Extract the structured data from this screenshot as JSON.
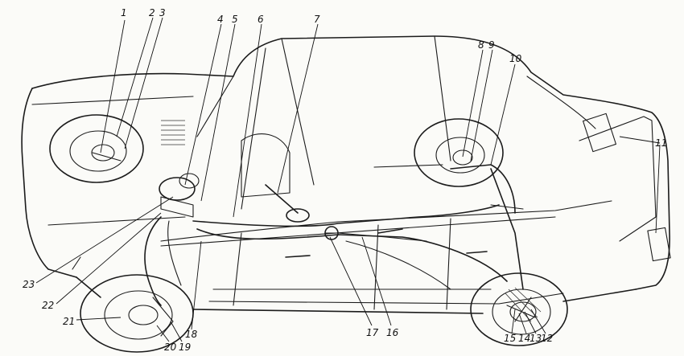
{
  "figure": {
    "callouts": [
      {
        "id": "c1",
        "label": "1"
      },
      {
        "id": "c2",
        "label": "2"
      },
      {
        "id": "c3",
        "label": "3"
      },
      {
        "id": "c4",
        "label": "4"
      },
      {
        "id": "c5",
        "label": "5"
      },
      {
        "id": "c6",
        "label": "6"
      },
      {
        "id": "c7",
        "label": "7"
      },
      {
        "id": "c8",
        "label": "8"
      },
      {
        "id": "c9",
        "label": "9"
      },
      {
        "id": "c10",
        "label": "10"
      },
      {
        "id": "c11",
        "label": "11"
      },
      {
        "id": "c12",
        "label": "12"
      },
      {
        "id": "c13",
        "label": "13"
      },
      {
        "id": "c14",
        "label": "14"
      },
      {
        "id": "c15",
        "label": "15"
      },
      {
        "id": "c16",
        "label": "16"
      },
      {
        "id": "c17",
        "label": "17"
      },
      {
        "id": "c18",
        "label": "18"
      },
      {
        "id": "c19",
        "label": "19"
      },
      {
        "id": "c20",
        "label": "20"
      },
      {
        "id": "c21",
        "label": "21"
      },
      {
        "id": "c22",
        "label": "22"
      },
      {
        "id": "c23",
        "label": "23"
      }
    ]
  }
}
